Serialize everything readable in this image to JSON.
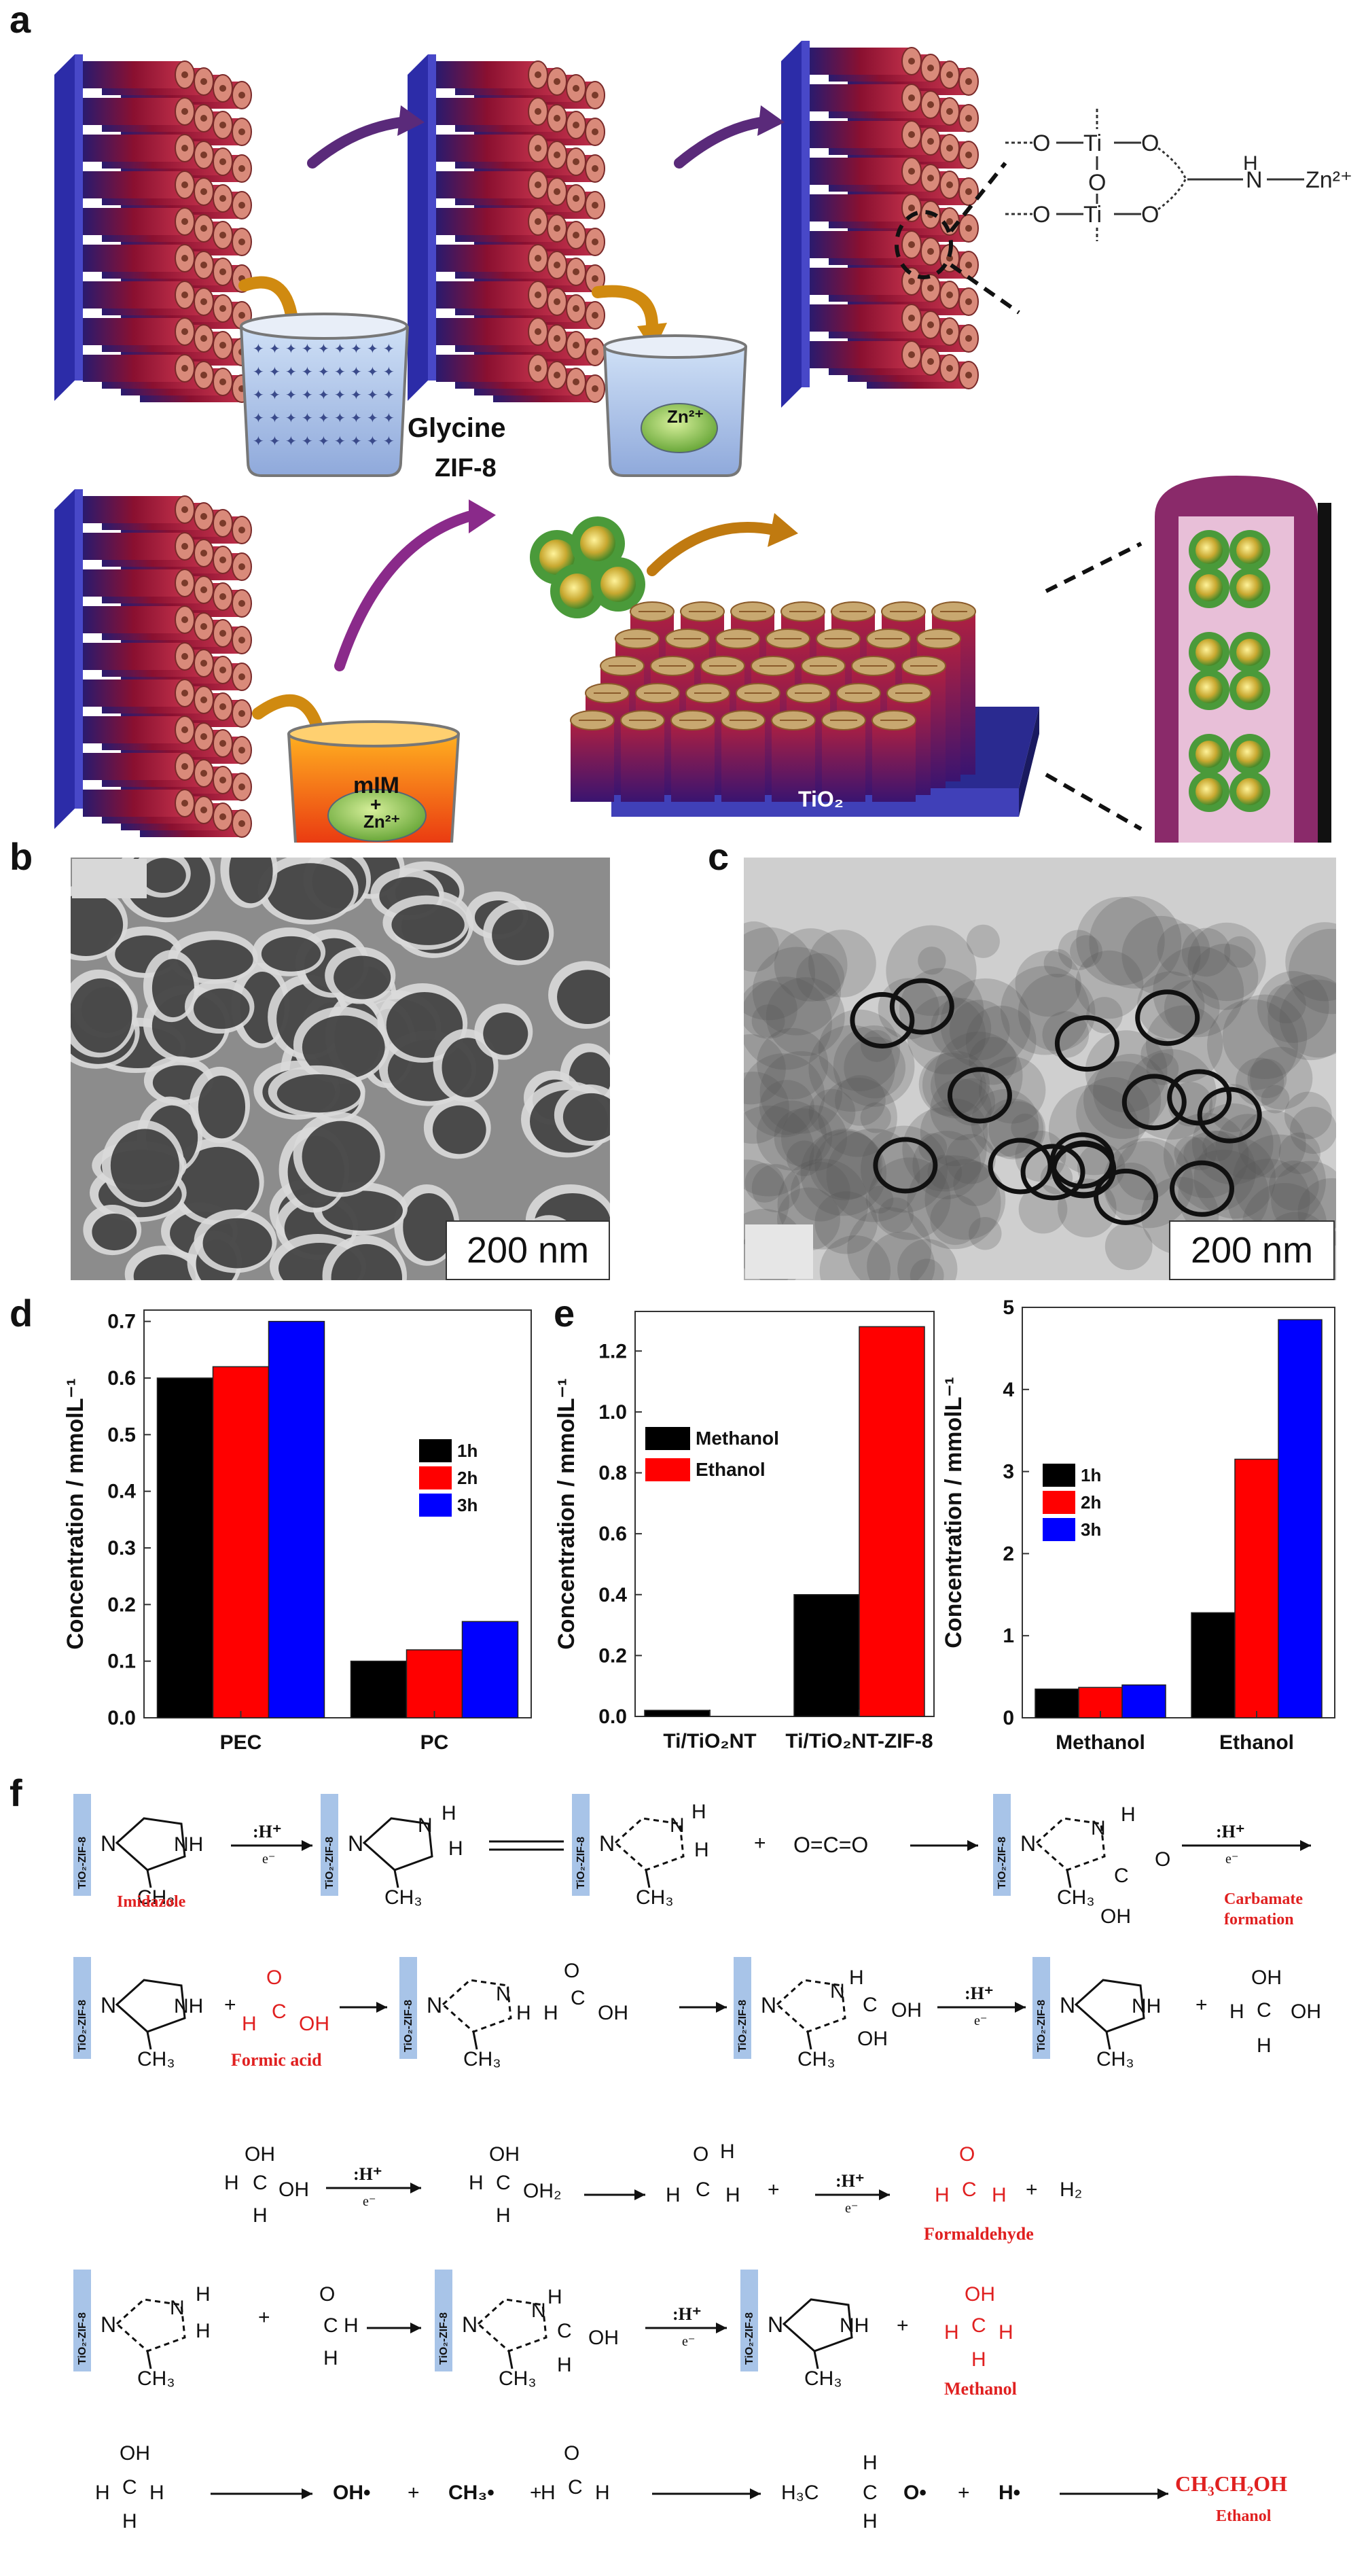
{
  "panels": {
    "a": "a",
    "b": "b",
    "c": "c",
    "d": "d",
    "e": "e",
    "f": "f"
  },
  "schematic": {
    "glycine_label": "Glycine",
    "zn_label": "Zn²⁺",
    "mim_label": "mIM",
    "plus": "+",
    "zif8_label": "ZIF-8",
    "tio2_label": "TiO₂",
    "linker": {
      "o1": "O",
      "ti1": "Ti",
      "o2": "O",
      "o_mid": "O",
      "o3": "O",
      "ti2": "Ti",
      "o4": "O",
      "nh": "N",
      "h": "H",
      "zn": "Zn²⁺"
    }
  },
  "microscopy": {
    "b_scale": "200 nm",
    "c_scale": "200 nm"
  },
  "colors": {
    "black": "#000000",
    "red": "#ff0000",
    "blue": "#0000ff",
    "pillar": "#8a1030",
    "substrate": "#3a3aa0"
  },
  "chart_data": [
    {
      "type": "bar",
      "panel": "d",
      "categories": [
        "PEC",
        "PC"
      ],
      "series": [
        {
          "name": "1h",
          "color": "#000000",
          "values": [
            0.6,
            0.1
          ]
        },
        {
          "name": "2h",
          "color": "#ff0000",
          "values": [
            0.62,
            0.12
          ]
        },
        {
          "name": "3h",
          "color": "#0000ff",
          "values": [
            0.7,
            0.17
          ]
        }
      ],
      "ylabel": "Concentration / mmolL⁻¹",
      "ylim": [
        0,
        0.72
      ],
      "yticks": [
        "0.0",
        "0.1",
        "0.2",
        "0.3",
        "0.4",
        "0.5",
        "0.6",
        "0.7"
      ],
      "legend_position": "right"
    },
    {
      "type": "bar",
      "panel": "e",
      "categories": [
        "Ti/TiO₂NT",
        "Ti/TiO₂NT-ZIF-8"
      ],
      "series": [
        {
          "name": "Methanol",
          "color": "#000000",
          "values": [
            0.02,
            0.4
          ]
        },
        {
          "name": "Ethanol",
          "color": "#ff0000",
          "values": [
            0.0,
            1.28
          ]
        }
      ],
      "ylabel": "Concentration / mmolL⁻¹",
      "ylim": [
        0,
        1.33
      ],
      "yticks": [
        "0.0",
        "0.2",
        "0.4",
        "0.6",
        "0.8",
        "1.0",
        "1.2"
      ],
      "legend_position": "top-left"
    },
    {
      "type": "bar",
      "panel": "e-right",
      "categories": [
        "Methanol",
        "Ethanol"
      ],
      "series": [
        {
          "name": "1h",
          "color": "#000000",
          "values": [
            0.35,
            1.28
          ]
        },
        {
          "name": "2h",
          "color": "#ff0000",
          "values": [
            0.37,
            3.15
          ]
        },
        {
          "name": "3h",
          "color": "#0000ff",
          "values": [
            0.4,
            4.85
          ]
        }
      ],
      "ylabel": "Concentration / mmolL⁻¹",
      "ylim": [
        0,
        5
      ],
      "yticks": [
        "0",
        "1",
        "2",
        "3",
        "4",
        "5"
      ],
      "legend_position": "left"
    }
  ],
  "mechanism": {
    "electrode": "TiO₂-ZIF-8",
    "hplus": ":H⁺",
    "eminus": "e⁻",
    "plus": "+",
    "imidazole": "Imidazole",
    "carbamate": "Carbamate formation",
    "formic_acid": "Formic acid",
    "formaldehyde": "Formaldehyde",
    "methanol": "Methanol",
    "ethanol": "Ethanol",
    "ethanol_formula": "CH₃CH₂OH",
    "ch3": "CH₃",
    "h2": "H₂",
    "oh_radical": "OH•",
    "ch3_radical": "CH₃•",
    "h_radical": "H•",
    "h3c": "H₃C",
    "nh": "NH",
    "n": "N",
    "h": "H",
    "o": "O",
    "oh": "OH",
    "c": "C",
    "oh2": "OH₂",
    "co2": "O=C=O"
  }
}
